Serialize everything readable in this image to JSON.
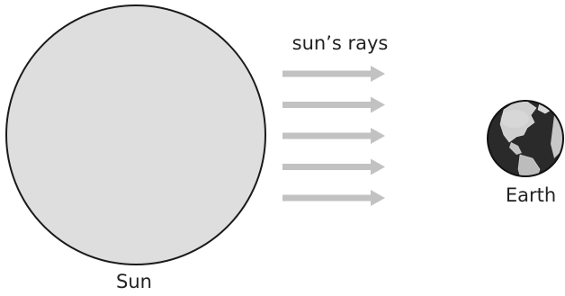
{
  "diagram": {
    "sun_label": "Sun",
    "rays_label": "sun’s rays",
    "earth_label": "Earth",
    "ray_count": 5
  },
  "colors": {
    "sun_fill": "#dedede",
    "outline": "#1a1a1a",
    "ray_arrow": "#c2c2c2",
    "earth_ocean": "#2a2a2a",
    "earth_land": "#cfcfcf",
    "text": "#222222"
  },
  "icons": {
    "sun": "sun-circle-icon",
    "ray": "arrow-right-icon",
    "earth": "globe-icon"
  }
}
